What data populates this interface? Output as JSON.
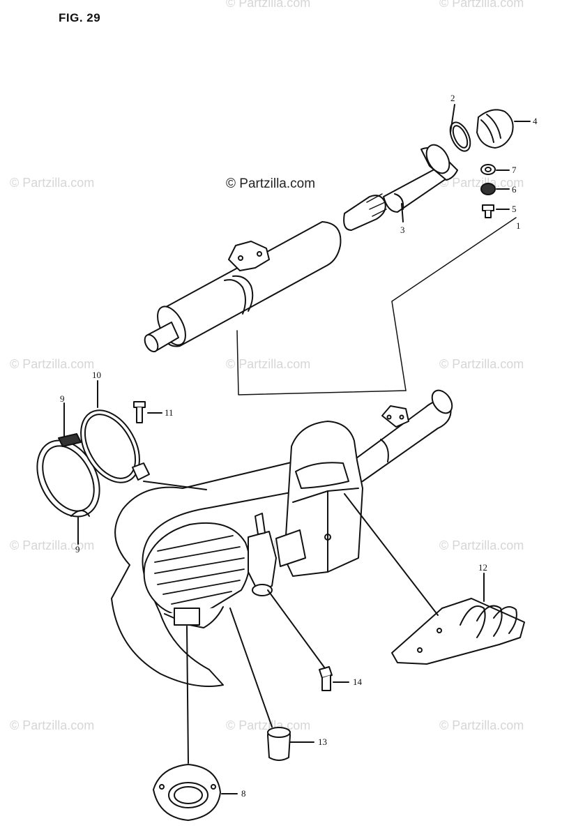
{
  "figure": {
    "label": "FIG. 29"
  },
  "copyright": "© Partzilla.com",
  "watermark": "© Partzilla.com",
  "callouts": [
    "1",
    "2",
    "3",
    "4",
    "5",
    "6",
    "7",
    "8",
    "9",
    "9",
    "10",
    "11",
    "12",
    "13",
    "14"
  ],
  "colors": {
    "ink": "#111111",
    "watermark": "#d6d6d6",
    "background": "#ffffff"
  }
}
